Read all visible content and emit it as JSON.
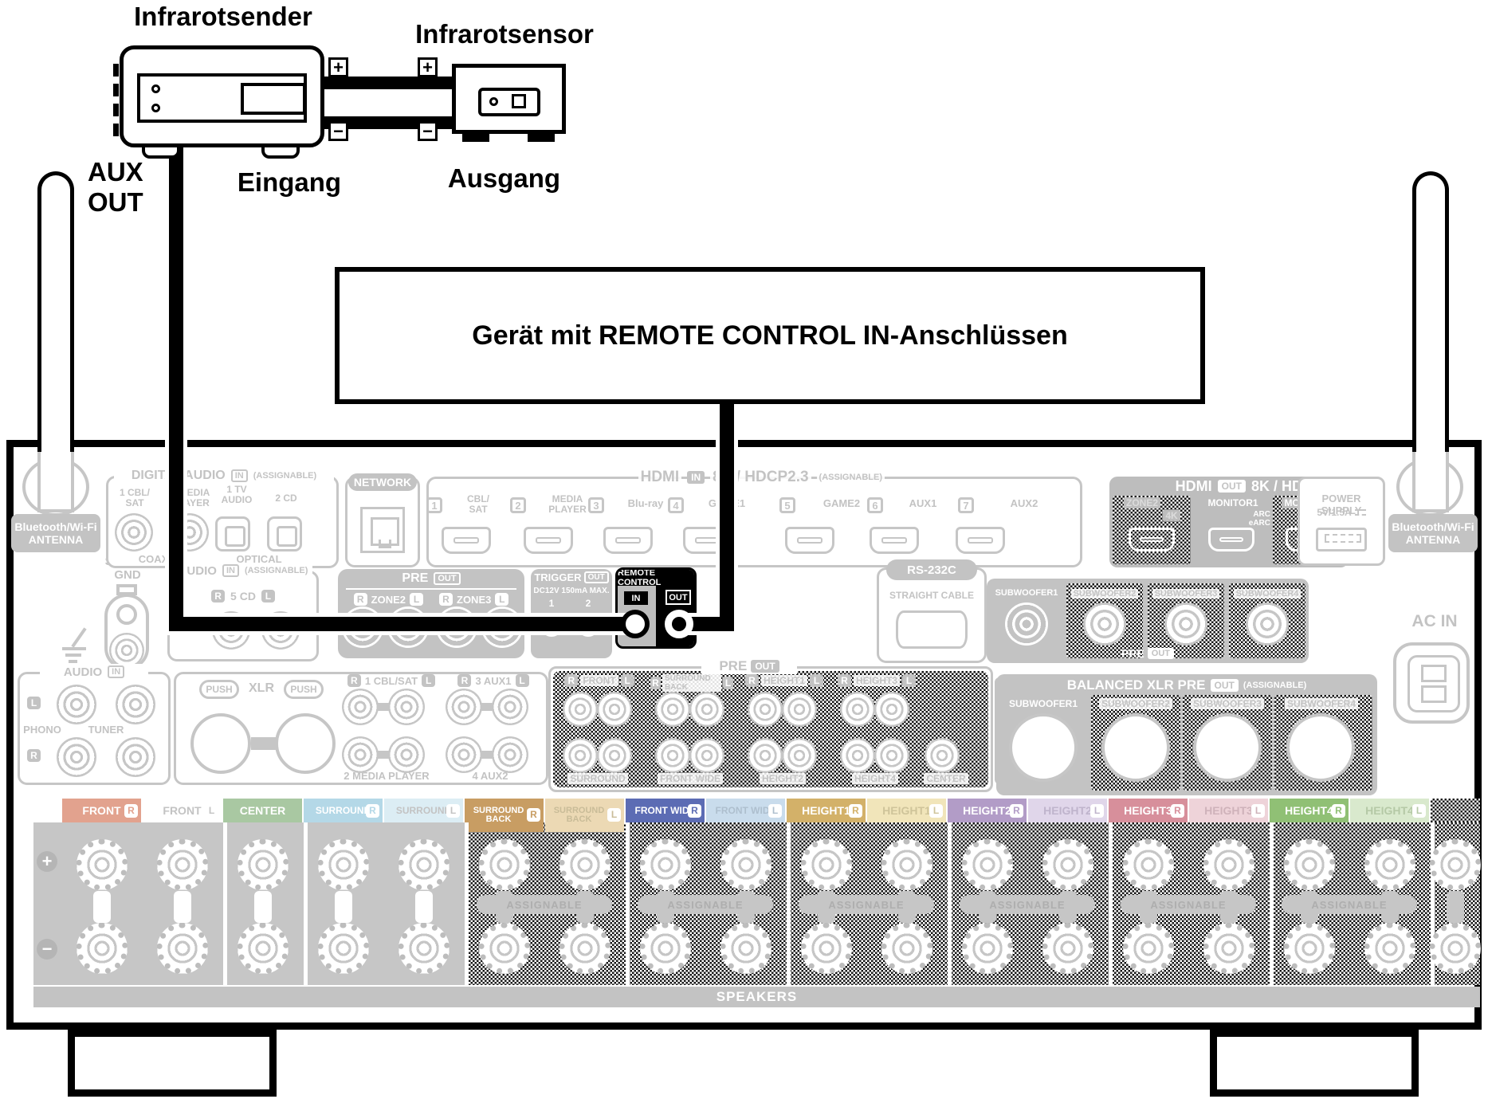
{
  "top": {
    "sender_label": "Infrarotsender",
    "sensor_label": "Infrarotsensor",
    "aux_out": "AUX\nOUT",
    "eingang": "Eingang",
    "ausgang": "Ausgang",
    "plus": "+",
    "minus": "−",
    "device_box": "Gerät mit REMOTE CONTROL IN-Anschlüssen"
  },
  "panel": {
    "rl": {
      "r": "R",
      "l": "L"
    },
    "antenna_label": "Bluetooth/Wi-Fi\nANTENNA",
    "signal_gnd": "SIGNAL\nGND",
    "digital_audio": {
      "title": "DIGITAL AUDIO",
      "in": "IN",
      "assignable": "(ASSIGNABLE)",
      "coax1": "1 CBL/\nSAT",
      "coax2": "2 MEDIA\nPLAYER",
      "coaxial": "COAXIAL",
      "opt1": "1 TV\nAUDIO",
      "opt2": "2 CD",
      "optical": "OPTICAL"
    },
    "network": "NETWORK",
    "hdmi_in": {
      "title": "HDMI",
      "in": "IN",
      "spec": "8K / HDCP2.3",
      "assignable": "(ASSIGNABLE)",
      "ports": [
        {
          "num": "1",
          "label": "CBL/\nSAT"
        },
        {
          "num": "2",
          "label": "MEDIA\nPLAYER"
        },
        {
          "num": "3",
          "label": "Blu-ray"
        },
        {
          "num": "4",
          "label": "GAME1"
        },
        {
          "num": "5",
          "label": "GAME2"
        },
        {
          "num": "6",
          "label": "AUX1"
        },
        {
          "num": "7",
          "label": "AUX2"
        }
      ]
    },
    "hdmi_out": {
      "title": "HDMI",
      "out": "OUT",
      "spec": "8K / HDCP2.3",
      "zone2": "ZONE2",
      "zone2_4k": "4K",
      "monitor1": "MONITOR1",
      "arc": "ARC\neARC",
      "monitor2": "MONITOR2"
    },
    "power": {
      "l1": "POWER SUPPLY",
      "l2": "5V/1.5A"
    },
    "audio_5cd": {
      "title": "AUDIO",
      "in": "IN",
      "assignable": "(ASSIGNABLE)",
      "label": "5 CD"
    },
    "pre_zones": {
      "pre": "PRE",
      "out": "OUT",
      "zone2": "ZONE2",
      "zone3": "ZONE3"
    },
    "trigger": {
      "title": "TRIGGER",
      "out": "OUT",
      "spec": "DC12V 150mA MAX.",
      "n1": "1",
      "n2": "2"
    },
    "remote": {
      "title": "REMOTE CONTROL",
      "in": "IN",
      "out": "OUT"
    },
    "rs232c": {
      "title": "RS-232C",
      "sub": "STRAIGHT CABLE"
    },
    "sub_pre": {
      "s1": "SUBWOOFER1",
      "s2": "SUBWOOFER2",
      "s3": "SUBWOOFER3",
      "s4": "SUBWOOFER4",
      "pre": "PRE",
      "out": "OUT"
    },
    "ac_in": "AC IN",
    "audio_in": {
      "title": "AUDIO",
      "in": "IN",
      "phono": "PHONO",
      "tuner": "TUNER"
    },
    "xlr": {
      "label": "XLR",
      "push": "PUSH",
      "cbl": "1 CBL/SAT",
      "aux1": "3 AUX1",
      "media": "2 MEDIA PLAYER",
      "aux2": "4 AUX2"
    },
    "pre_main": {
      "pre": "PRE",
      "out": "OUT",
      "front": "FRONT",
      "surround_back": "SURROUND BACK",
      "height1": "HEIGHT1",
      "height3": "HEIGHT3",
      "surround": "SURROUND",
      "front_wide": "FRONT WIDE",
      "height2": "HEIGHT2",
      "height4": "HEIGHT4",
      "center": "CENTER"
    },
    "balanced": {
      "title": "BALANCED XLR PRE",
      "out": "OUT",
      "assignable": "(ASSIGNABLE)",
      "s1": "SUBWOOFER1",
      "s2": "SUBWOOFER2",
      "s3": "SUBWOOFER3",
      "s4": "SUBWOOFER4"
    }
  },
  "speakers": {
    "plus": "+",
    "minus": "−",
    "assignable": "ASSIGNABLE",
    "bar": "SPEAKERS",
    "labels": [
      {
        "text": "FRONT",
        "side": "R",
        "bg": "#e2a28e",
        "fg": "#ffffff",
        "badge_fg": "#e2a28e"
      },
      {
        "text": "FRONT",
        "side": "L",
        "bg": "#ffffff",
        "fg": "#c3c3c3",
        "badge_fg": "#c3c3c3"
      },
      {
        "text": "CENTER",
        "bg": "#a9c8a2",
        "fg": "#ffffff"
      },
      {
        "text": "SURROUND",
        "side": "R",
        "bg": "#b4d8e7",
        "fg": "#ffffff",
        "badge_fg": "#b4d8e7"
      },
      {
        "text": "SURROUND",
        "side": "L",
        "bg": "#dcedf4",
        "fg": "#c3c3c3",
        "badge_fg": "#c3c3c3"
      },
      {
        "text": "SURROUND\nBACK",
        "side": "R",
        "bg": "#c89d63",
        "fg": "#ffffff",
        "badge_fg": "#c89d63"
      },
      {
        "text": "SURROUND\nBACK",
        "side": "L",
        "bg": "#ecd9b4",
        "fg": "#c9bc98",
        "badge_fg": "#c9bc98"
      },
      {
        "text": "FRONT WIDE",
        "side": "R",
        "bg": "#5c6cb4",
        "fg": "#ffffff",
        "badge_fg": "#5c6cb4"
      },
      {
        "text": "FRONT WIDE",
        "side": "L",
        "bg": "#c9dcec",
        "fg": "#aebfce",
        "badge_fg": "#aebfce"
      },
      {
        "text": "HEIGHT1",
        "side": "R",
        "bg": "#d3b169",
        "fg": "#ffffff",
        "badge_fg": "#d3b169"
      },
      {
        "text": "HEIGHT1",
        "side": "L",
        "bg": "#f1e5ba",
        "fg": "#cfc49a",
        "badge_fg": "#cfc49a"
      },
      {
        "text": "HEIGHT2",
        "side": "R",
        "bg": "#b29cc7",
        "fg": "#ffffff",
        "badge_fg": "#b29cc7"
      },
      {
        "text": "HEIGHT2",
        "side": "L",
        "bg": "#e0d6ea",
        "fg": "#bfb4cc",
        "badge_fg": "#bfb4cc"
      },
      {
        "text": "HEIGHT3",
        "side": "R",
        "bg": "#d78f9b",
        "fg": "#ffffff",
        "badge_fg": "#d78f9b"
      },
      {
        "text": "HEIGHT3",
        "side": "L",
        "bg": "#eed3d9",
        "fg": "#cfb2ba",
        "badge_fg": "#cfb2ba"
      },
      {
        "text": "HEIGHT4",
        "side": "R",
        "bg": "#90c075",
        "fg": "#ffffff",
        "badge_fg": "#90c075"
      },
      {
        "text": "HEIGHT4",
        "side": "L",
        "bg": "#d9e9cd",
        "fg": "#b5c9a6",
        "badge_fg": "#b5c9a6"
      }
    ]
  },
  "colors": {
    "line_gray": "#c3c3c3",
    "highlight_black": "#000000",
    "remote_accent": "#bdbdbd"
  }
}
